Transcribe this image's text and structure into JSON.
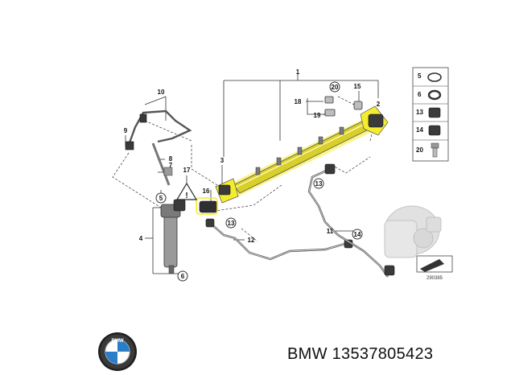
{
  "callouts": {
    "c1": "1",
    "c2": "2",
    "c3": "3",
    "c4": "4",
    "c5": "5",
    "c6": "6",
    "c7": "7",
    "c8": "8",
    "c9": "9",
    "c10": "10",
    "c11": "11",
    "c12": "12",
    "c13a": "13",
    "c13b": "13",
    "c14": "14",
    "c15": "15",
    "c16": "16",
    "c17": "17",
    "c18": "18",
    "c19": "19",
    "c20": "20"
  },
  "legend": {
    "items": [
      {
        "num": "5"
      },
      {
        "num": "6"
      },
      {
        "num": "13"
      },
      {
        "num": "14"
      },
      {
        "num": "20"
      }
    ]
  },
  "diagram_ref": "290385",
  "caption": "BMW 13537805423",
  "colors": {
    "highlight": "#f4ec2c",
    "rail": "#d9cf2a",
    "lines": "#333333"
  },
  "logo": {
    "name": "bmw-logo"
  }
}
